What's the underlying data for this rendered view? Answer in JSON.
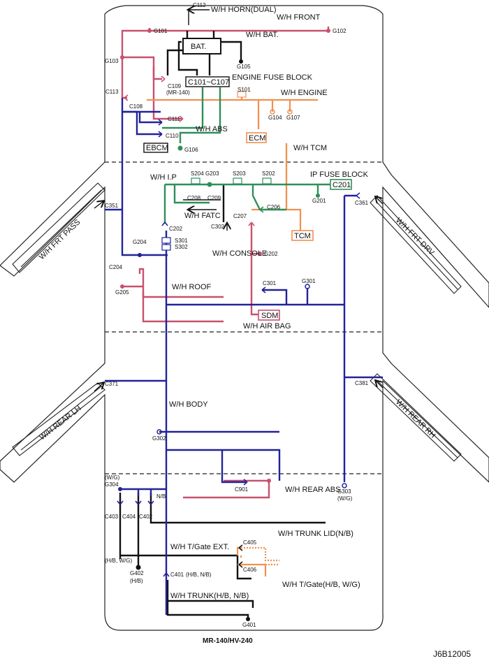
{
  "colors": {
    "red": "#c8506e",
    "blue": "#22229a",
    "green": "#2e8f5a",
    "orange": "#f09050",
    "black": "#111111"
  },
  "harness": {
    "horn": "W/H HORN(DUAL)",
    "front": "W/H FRONT",
    "bat": "W/H BAT.",
    "engine": "W/H ENGINE",
    "abs": "W/H ABS",
    "tcm": "W/H TCM",
    "ip": "W/H I.P",
    "fatc": "W/H FATC",
    "console": "W/H CONSOLE",
    "roof": "W/H ROOF",
    "airbag": "W/H AIR BAG",
    "body": "W/H BODY",
    "rear_abs": "W/H REAR ABS",
    "trunk_lid": "W/H TRUNK LID(N/B)",
    "tgate_ext": "W/H T/Gate EXT.",
    "tgate": "W/H T/Gate(H/B, W/G)",
    "trunk": "W/H TRUNK(H/B, N/B)",
    "frt_pass": "W/H FRT PASS",
    "frt_drv": "W/H FRT DRV",
    "rear_lh": "W/H REAR LH",
    "rear_rh": "W/H REAR RH"
  },
  "components": {
    "bat": "BAT.",
    "fuse_block": "C101~C107",
    "engine_fuse_block": "ENGINE FUSE BLOCK",
    "ebcm": "EBCM",
    "ecm": "ECM",
    "ip_fuse_block": "IP FUSE BLOCK",
    "c201": "C201",
    "tcm": "TCM",
    "sdm": "SDM"
  },
  "connectors": {
    "c112": "C112",
    "g101": "G101",
    "g102": "G102",
    "g103": "G103",
    "g105": "G105",
    "c109": "C109",
    "c109_note": "(MR-140)",
    "c113": "C113",
    "s101": "S101",
    "c108": "C108",
    "c111": "C111",
    "c110": "C110",
    "g104": "G104",
    "g107": "G107",
    "g106": "G106",
    "s204": "S204",
    "g203": "G203",
    "s203": "S203",
    "s202": "S202",
    "c208": "C208",
    "c209": "C209",
    "c206": "C206",
    "g201": "G201",
    "c351": "C351",
    "c361": "C361",
    "c202": "C202",
    "c302": "C302",
    "c207": "C207",
    "s301": "S301",
    "s302": "S302",
    "g204": "G204",
    "c204": "C204",
    "g202": "G202",
    "c301": "C301",
    "g301": "G301",
    "g205": "G205",
    "c371": "C371",
    "c381": "C381",
    "g302": "G302",
    "wg1": "(W/G)",
    "g304": "G304",
    "c901": "C901",
    "g303": "G303",
    "wg2": "(W/G)",
    "nb": "N/B",
    "c403": "C403",
    "c404": "C404",
    "c402": "C402",
    "c405": "C405",
    "c406": "C406",
    "hbwg": "(H/B, W/G)",
    "g402": "G402",
    "hb": "(H/B)",
    "c401": "C401",
    "c401_note": "(H/B, N/B)",
    "g401": "G401"
  },
  "footer": {
    "model": "MR-140/HV-240",
    "ref": "J6B12005"
  }
}
